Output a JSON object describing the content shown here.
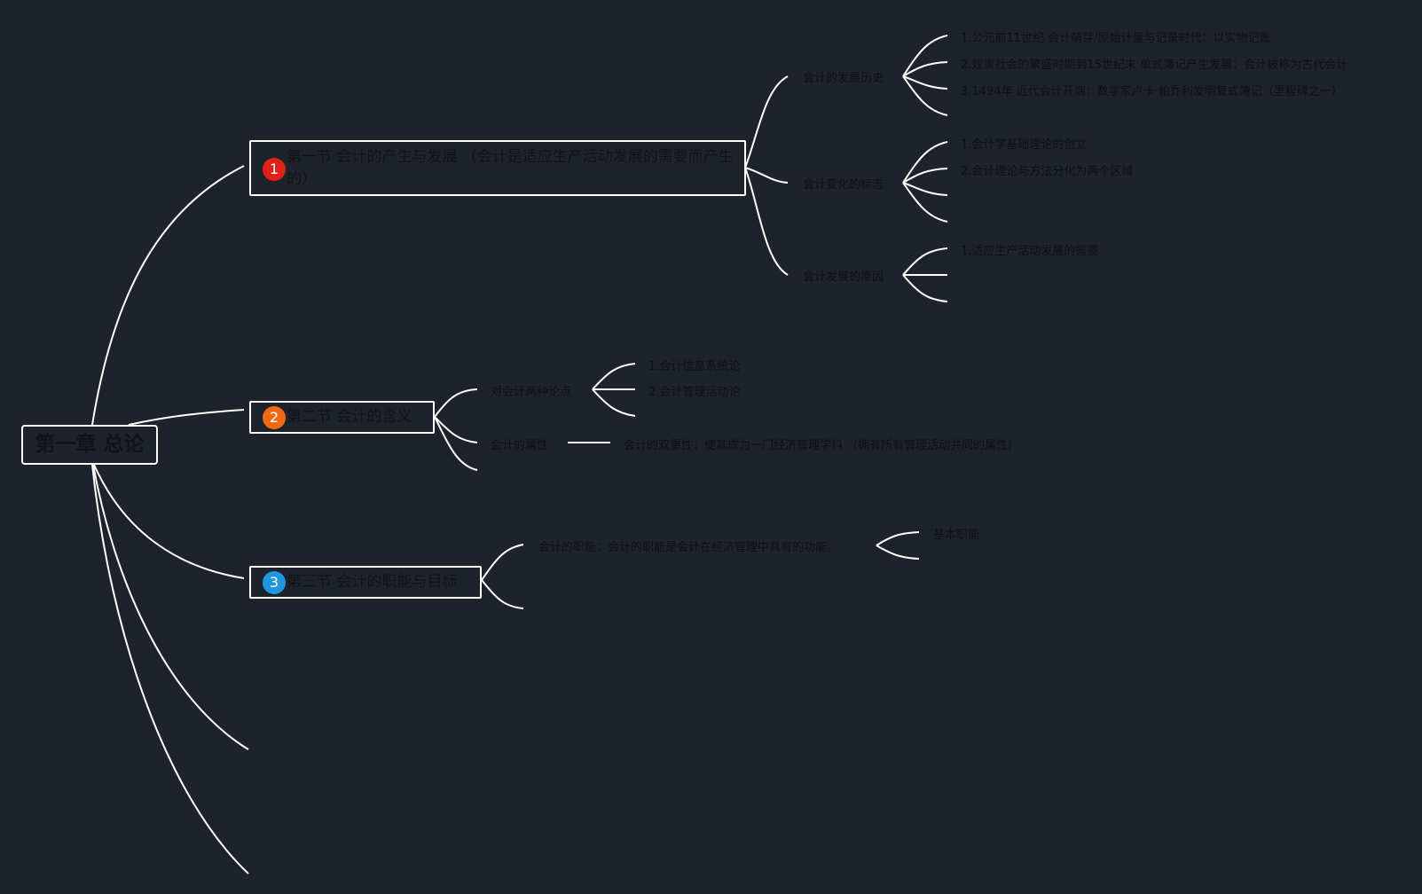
{
  "root": {
    "title": "第一章 总论"
  },
  "sections": [
    {
      "badge": "1",
      "badge_color": "#e0201a",
      "title": "第一节 会计的产生与发展 （会计是适应生产活动发展的需要而产生的）"
    },
    {
      "badge": "2",
      "badge_color": "#ef6a15",
      "title": "第二节 会计的含义"
    },
    {
      "badge": "3",
      "badge_color": "#1f97e0",
      "title": "第三节 会计的职能与目标"
    }
  ],
  "section1": {
    "topics": [
      "会计的发展历史",
      "会计变化的标志",
      "会计发展的原因"
    ],
    "history": [
      "1.公元前11世纪 会计萌芽/原始计量与记录时代：以实物记账",
      "2.奴隶社会的繁盛时期到15世纪末 单式簿记产生发展：会计被称为古代会计",
      "3.1494年 近代会计开端：数学家卢卡·帕乔利发明复式簿记（里程碑之一）"
    ],
    "signs": [
      "1.会计学基础理论的创立",
      "2.会计理论与方法分化为两个区域"
    ],
    "reasons": [
      "1.适应生产活动发展的需要"
    ]
  },
  "section2": {
    "topics": [
      "对会计两种论点",
      "会计的属性"
    ],
    "views": [
      "1.会计信息系统论",
      "2.会计管理活动论"
    ],
    "attribute": "会计的双重性：使其成为一门经济管理学科 （拥有所有管理活动共同的属性）"
  },
  "section3": {
    "function": "会计的职能：会计的职能是会计在经济管理中具有的功能。",
    "basic": "基本职能"
  },
  "colors": {
    "background": "#1e232b",
    "line": "#ffffff",
    "text": "#111418"
  }
}
